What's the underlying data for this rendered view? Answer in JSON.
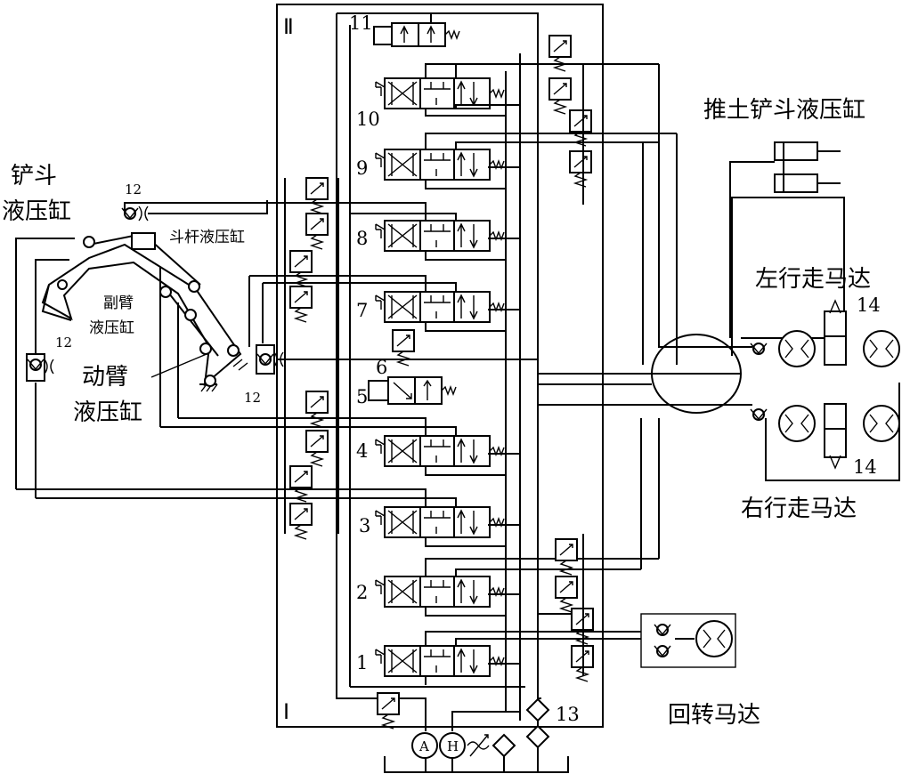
{
  "labels": {
    "bucket_cyl_line1": "铲斗",
    "bucket_cyl_line2": "液压缸",
    "stick_cyl": "斗杆液压缸",
    "aux_boom_line1": "副臂",
    "aux_boom_line2": "液压缸",
    "boom_cyl_line1": "动臂",
    "boom_cyl_line2": "液压缸",
    "dozer_cyl": "推土铲斗液压缸",
    "left_travel": "左行走马达",
    "right_travel": "右行走马达",
    "swing_motor": "回转马达"
  },
  "sections": {
    "upper": "Ⅱ",
    "lower": "Ⅰ"
  },
  "valve_numbers": [
    "1",
    "2",
    "3",
    "4",
    "5",
    "6",
    "7",
    "8",
    "9",
    "10",
    "11"
  ],
  "component_numbers": {
    "throttle_top": "12",
    "throttle_left": "12",
    "throttle_boom": "12",
    "filter": "13",
    "brake_upper": "14",
    "brake_lower": "14"
  },
  "pumps": {
    "pump_a": "A",
    "pump_h": "H"
  }
}
